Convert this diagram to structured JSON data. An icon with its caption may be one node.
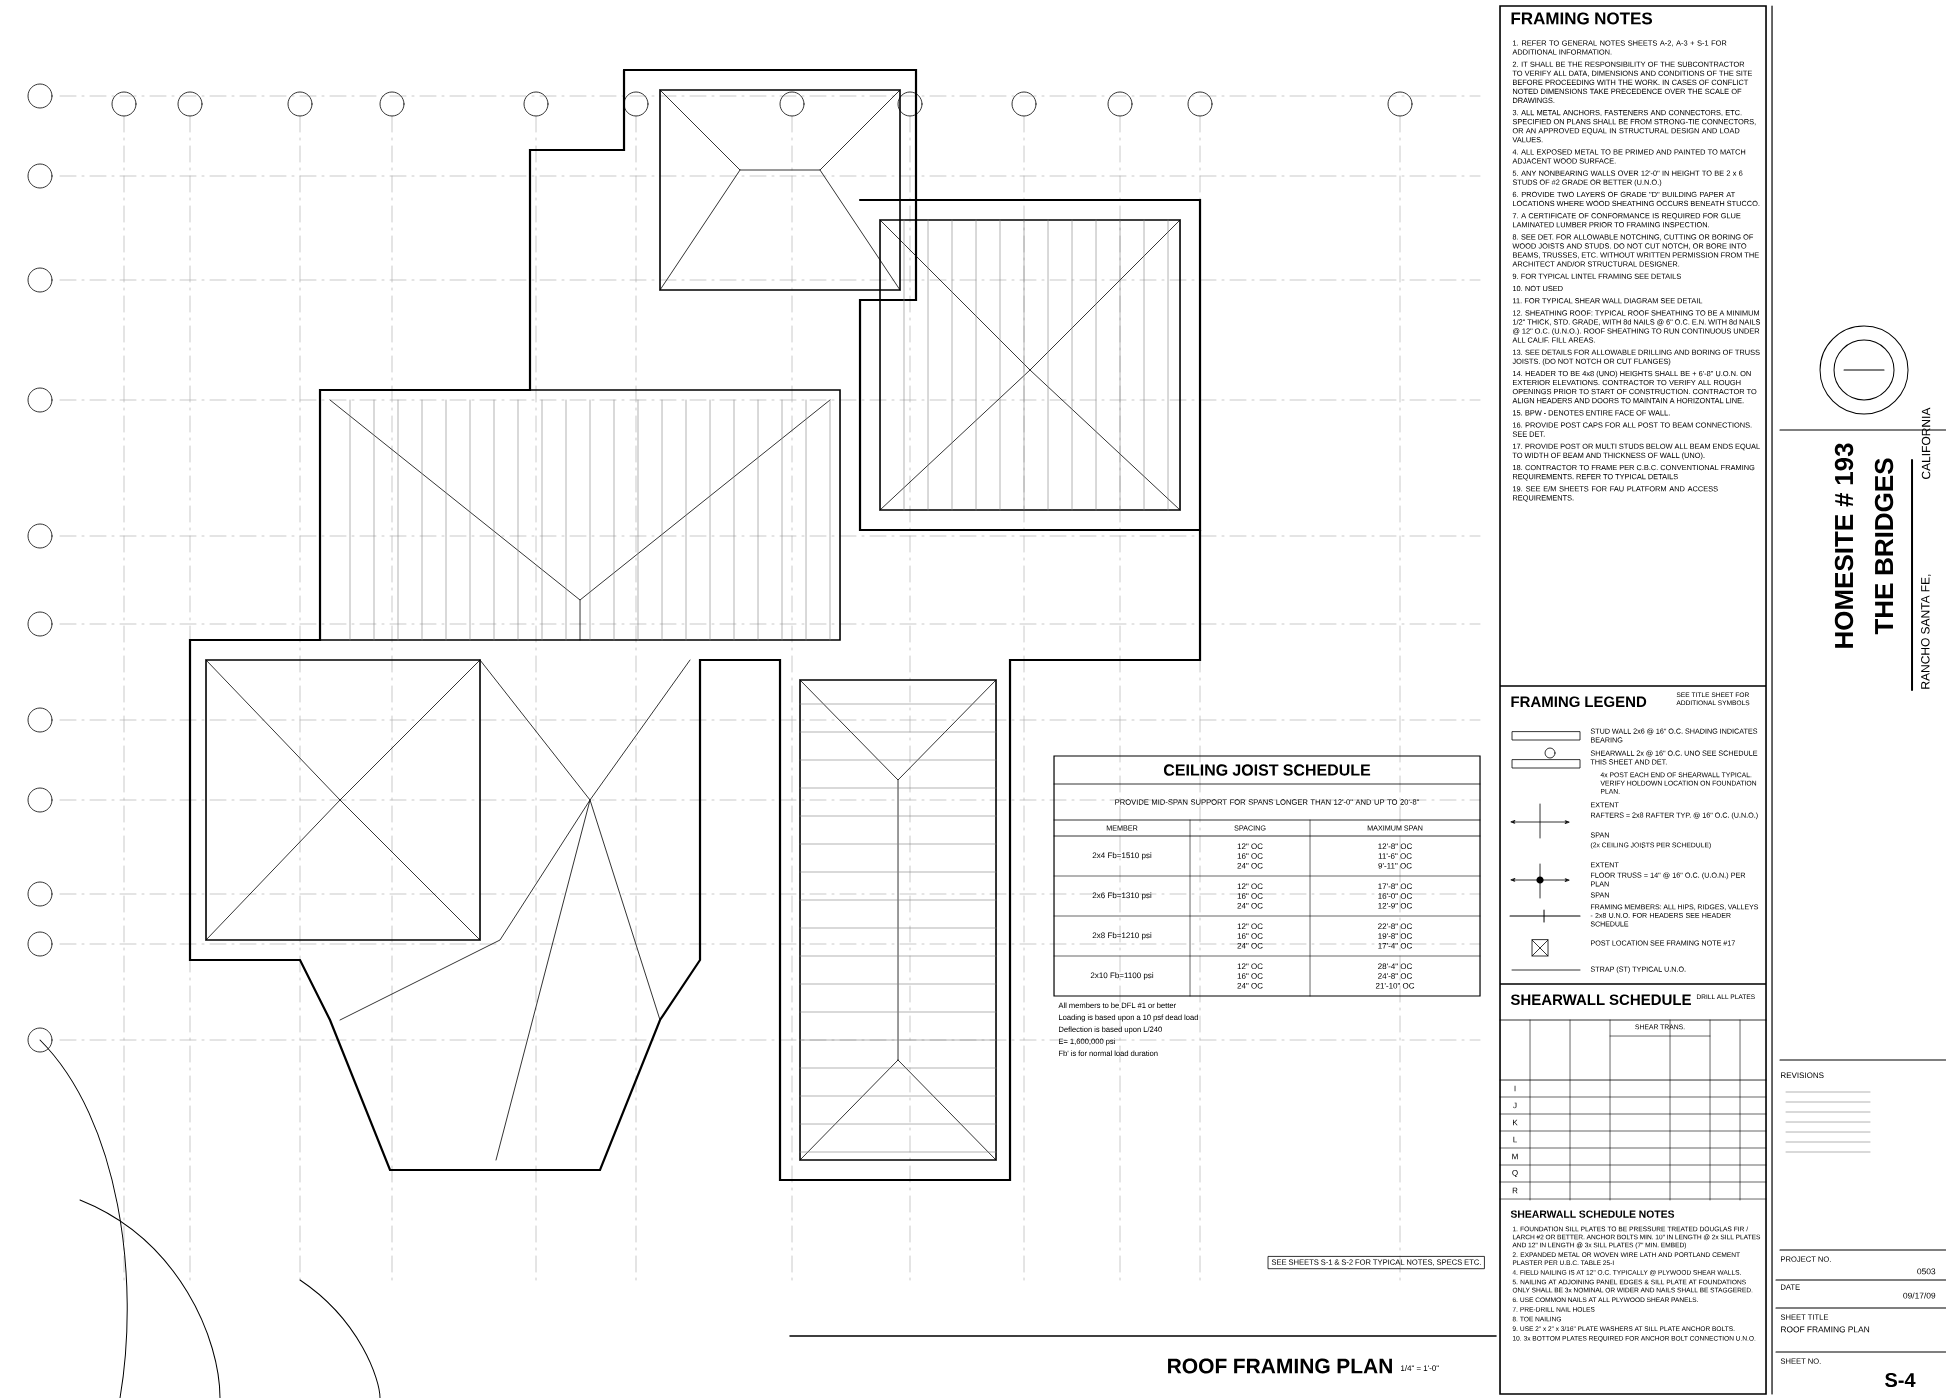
{
  "diagram": {
    "title": "ROOF FRAMING PLAN",
    "labels": [
      "FRAMING NOTES",
      "1. REFER TO GENERAL NOTES SHEETS A-2, A-3 + S-1 FOR ADDITIONAL INFORMATION.",
      "2. IT SHALL BE THE RESPONSIBILITY OF THE SUBCONTRACTOR TO VERIFY ALL DATA, DIMENSIONS AND CONDITIONS OF THE SITE BEFORE PROCEEDING WITH THE WORK. IN CASES OF CONFLICT NOTED DIMENSIONS TAKE PRECEDENCE OVER THE SCALE OF DRAWINGS.",
      "3. ALL METAL ANCHORS, FASTENERS AND CONNECTORS, ETC. SPECIFIED ON PLANS SHALL BE FROM STRONG-TIE CONNECTORS, OR AN APPROVED EQUAL IN STRUCTURAL DESIGN AND LOAD VALUES.",
      "4. ALL EXPOSED METAL TO BE PRIMED AND PAINTED TO MATCH ADJACENT WOOD SURFACE.",
      "5. ANY NONBEARING WALLS OVER 12'-0\" IN HEIGHT TO BE 2 x 6 STUDS OF #2 GRADE OR BETTER (U.N.O.)",
      "6. PROVIDE TWO LAYERS OF GRADE \"D\" BUILDING PAPER AT LOCATIONS WHERE WOOD SHEATHING OCCURS BENEATH STUCCO.",
      "7. A CERTIFICATE OF CONFORMANCE IS REQUIRED FOR GLUE LAMINATED LUMBER PRIOR TO FRAMING INSPECTION.",
      "8. SEE DET. FOR ALLOWABLE NOTCHING, CUTTING OR BORING OF WOOD JOISTS AND STUDS. DO NOT CUT NOTCH, OR BORE INTO BEAMS, TRUSSES, ETC. WITHOUT WRITTEN PERMISSION FROM THE ARCHITECT AND/OR STRUCTURAL DESIGNER.",
      "9. FOR TYPICAL LINTEL FRAMING SEE DETAILS",
      "10. NOT USED",
      "11. FOR TYPICAL SHEAR WALL DIAGRAM SEE DETAIL",
      "12. SHEATHING ROOF: TYPICAL ROOF SHEATHING TO BE A MINIMUM 1/2\" THICK, STD. GRADE, WITH 8d NAILS @ 6\" O.C. E.N. WITH 8d NAILS @ 12\" O.C. (U.N.O.). ROOF SHEATHING TO RUN CONTINUOUS UNDER ALL CALIF. FILL AREAS.",
      "13. SEE DETAILS FOR ALLOWABLE DRILLING AND BORING OF TRUSS JOISTS. (DO NOT NOTCH OR CUT FLANGES)",
      "14. HEADER TO BE 4x8 (UNO) HEIGHTS SHALL BE + 6'-8\" U.O.N. ON EXTERIOR ELEVATIONS. CONTRACTOR TO VERIFY ALL ROUGH OPENINGS PRIOR TO START OF CONSTRUCTION. CONTRACTOR TO ALIGN HEADERS AND DOORS TO MAINTAIN A HORIZONTAL LINE.",
      "15. BPW - DENOTES ENTIRE FACE OF WALL.",
      "16. PROVIDE POST CAPS FOR ALL POST TO BEAM CONNECTIONS. SEE DET.",
      "17. PROVIDE POST OR MULTI STUDS BELOW ALL BEAM ENDS EQUAL TO WIDTH OF BEAM AND THICKNESS OF WALL (UNO).",
      "18. CONTRACTOR TO FRAME PER C.B.C. CONVENTIONAL FRAMING REQUIREMENTS. REFER TO TYPICAL DETAILS",
      "19. SEE E/M SHEETS FOR FAU PLATFORM AND ACCESS REQUIREMENTS.",
      "FRAMING LEGEND",
      "SEE TITLE SHEET FOR ADDITIONAL SYMBOLS",
      "STUD WALL 2x6 @ 16\" O.C. SHADING INDICATES BEARING",
      "SHEARWALL 2x @ 16\" O.C. UNO SEE SCHEDULE THIS SHEET AND DET.",
      "4x POST EACH END OF SHEARWALL TYPICAL. VERIFY HOLDOWN LOCATION ON FOUNDATION PLAN.",
      "EXTENT",
      "RAFTERS = 2x8 RAFTER TYP. @ 16\" O.C. (U.N.O.)",
      "SPAN",
      "(2x CEILING JOISTS PER SCHEDULE)",
      "EXTENT",
      "FLOOR TRUSS = 14\" @ 16\" O.C. (U.O.N.) PER PLAN",
      "SPAN",
      "FRAMING MEMBERS: ALL HIPS, RIDGES, VALLEYS - 2x8 U.N.O. FOR HEADERS SEE HEADER SCHEDULE",
      "POST LOCATION SEE FRAMING NOTE #17",
      "STRAP (ST) TYPICAL U.N.O.",
      "SHEARWALL SCHEDULE",
      "DRILL ALL PLATES",
      "SHEAR TRANS.",
      "I",
      "J",
      "K",
      "L",
      "M",
      "Q",
      "R",
      "SHEARWALL SCHEDULE NOTES",
      "1. FOUNDATION SILL PLATES TO BE PRESSURE TREATED DOUGLAS FIR / LARCH #2 OR BETTER. ANCHOR BOLTS MIN. 10\" IN LENGTH @ 2x SILL PLATES AND 12\" IN LENGTH @ 3x SILL PLATES (7\" MIN. EMBED)",
      "2. EXPANDED METAL OR WOVEN WIRE LATH AND PORTLAND CEMENT PLASTER PER U.B.C. TABLE 25-I",
      "4. FIELD NAILING IS AT 12\" O.C. TYPICALLY @ PLYWOOD SHEAR WALLS.",
      "5. NAILING AT ADJOINING PANEL EDGES & SILL PLATE AT FOUNDATIONS ONLY SHALL BE 3x NOMINAL OR WIDER AND NAILS SHALL BE STAGGERED.",
      "6. USE COMMON NAILS AT ALL PLYWOOD SHEAR PANELS.",
      "7. PRE-DRILL NAIL HOLES",
      "8. TOE NAILING",
      "9. USE 2\" x 2\" x 3/16\" PLATE WASHERS AT SILL PLATE ANCHOR BOLTS.",
      "10. 3x BOTTOM PLATES REQUIRED FOR ANCHOR BOLT CONNECTION U.N.O.",
      "CEILING JOIST SCHEDULE",
      "PROVIDE MID-SPAN SUPPORT FOR SPANS LONGER THAN 12'-0\" AND UP TO 20'-8\"",
      "MEMBER",
      "SPACING",
      "MAXIMUM SPAN",
      "2x4 Fb=1510 psi",
      "12\" OC 16\" OC 24\" OC",
      "12'-8\" OC 11'-6\" OC 9'-11\" OC",
      "2x6 Fb=1310 psi",
      "12\" OC 16\" OC 24\" OC",
      "17'-8\" OC 16'-0\" OC 12'-9\" OC",
      "2x8 Fb=1210 psi",
      "12\" OC 16\" OC 24\" OC",
      "22'-8\" OC 19'-8\" OC 17'-4\" OC",
      "2x10 Fb=1100 psi",
      "12\" OC 16\" OC 24\" OC",
      "28'-4\" OC 24'-8\" OC 21'-10\" OC",
      "All members to be DFL #1 or better",
      "Loading is based upon a 10 psf dead load",
      "Deflection is based upon L/240",
      "E= 1,600,000 psi",
      "Fb' is for normal load duration",
      "HOMESITE # 193",
      "THE BRIDGES",
      "RANCHO SANTA FE,",
      "CALIFORNIA",
      "REVISIONS",
      "PROJECT NO.",
      "0503",
      "DATE",
      "09/17/09",
      "SHEET TITLE",
      "ROOF FRAMING PLAN",
      "SHEET NO.",
      "S-4",
      "SEE SHEETS S-1 & S-2 FOR TYPICAL NOTES, SPECS ETC.",
      "1/4\" = 1'-0\""
    ]
  }
}
